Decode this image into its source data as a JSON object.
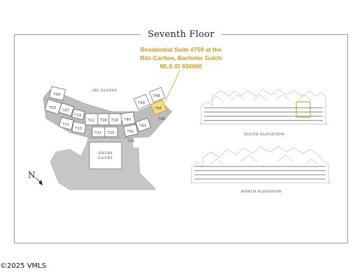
{
  "title": "Seventh Floor",
  "callout": {
    "line1": "Residential Suite #759 at the",
    "line2": "Ritz-Carlton, Bachelor Gulch",
    "line3": "MLS ID 936600",
    "highlight_color": "#c9a227"
  },
  "plan": {
    "ski_slopes_label": "SKI SLOPES",
    "entry_court_line1": "ENTRY",
    "entry_court_line2": "COURT",
    "north_label": "N",
    "units": [
      "704",
      "703",
      "707",
      "711",
      "715",
      "719",
      "722",
      "726",
      "728",
      "731",
      "735",
      "740",
      "742",
      "745",
      "749",
      "748",
      "759",
      "758",
      "735"
    ]
  },
  "elevations": {
    "south_label": "SOUTH ELEVATION",
    "north_label": "NORTH ELEVATION"
  },
  "footer": "©2025 VMLS"
}
